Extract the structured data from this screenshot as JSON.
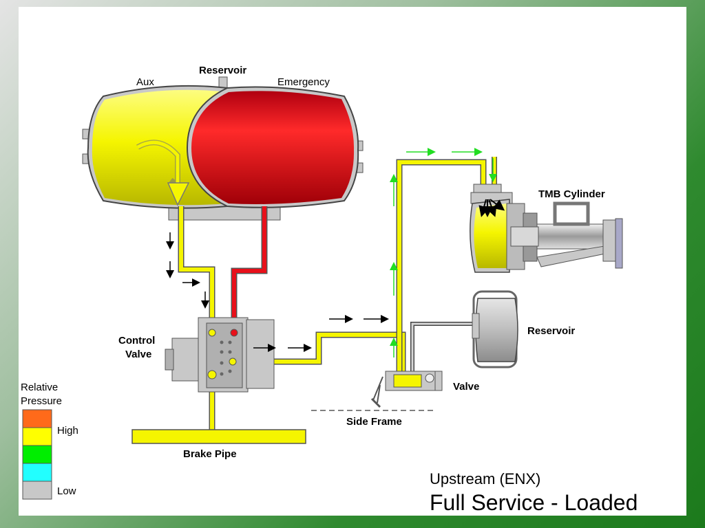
{
  "labels": {
    "reservoir_top": "Reservoir",
    "aux": "Aux",
    "emergency": "Emergency",
    "tmb_cylinder": "TMB Cylinder",
    "reservoir_right": "Reservoir",
    "control_valve_line1": "Control",
    "control_valve_line2": "Valve",
    "valve": "Valve",
    "side_frame": "Side Frame",
    "brake_pipe": "Brake Pipe"
  },
  "legend": {
    "title_line1": "Relative",
    "title_line2": "Pressure",
    "high_label": "High",
    "low_label": "Low",
    "colors": [
      "#ff6a1a",
      "#ffff00",
      "#00ee00",
      "#22ffff",
      "#c8c8c8"
    ]
  },
  "title": {
    "subtitle": "Upstream (ENX)",
    "main": "Full Service - Loaded"
  },
  "colors": {
    "aux_yellow": "#f5f500",
    "emergency_red": "#e8101a",
    "flow_arrow_green": "#22dd22",
    "flow_arrow_black": "#000000",
    "frame_green": "#1c7a1c"
  }
}
